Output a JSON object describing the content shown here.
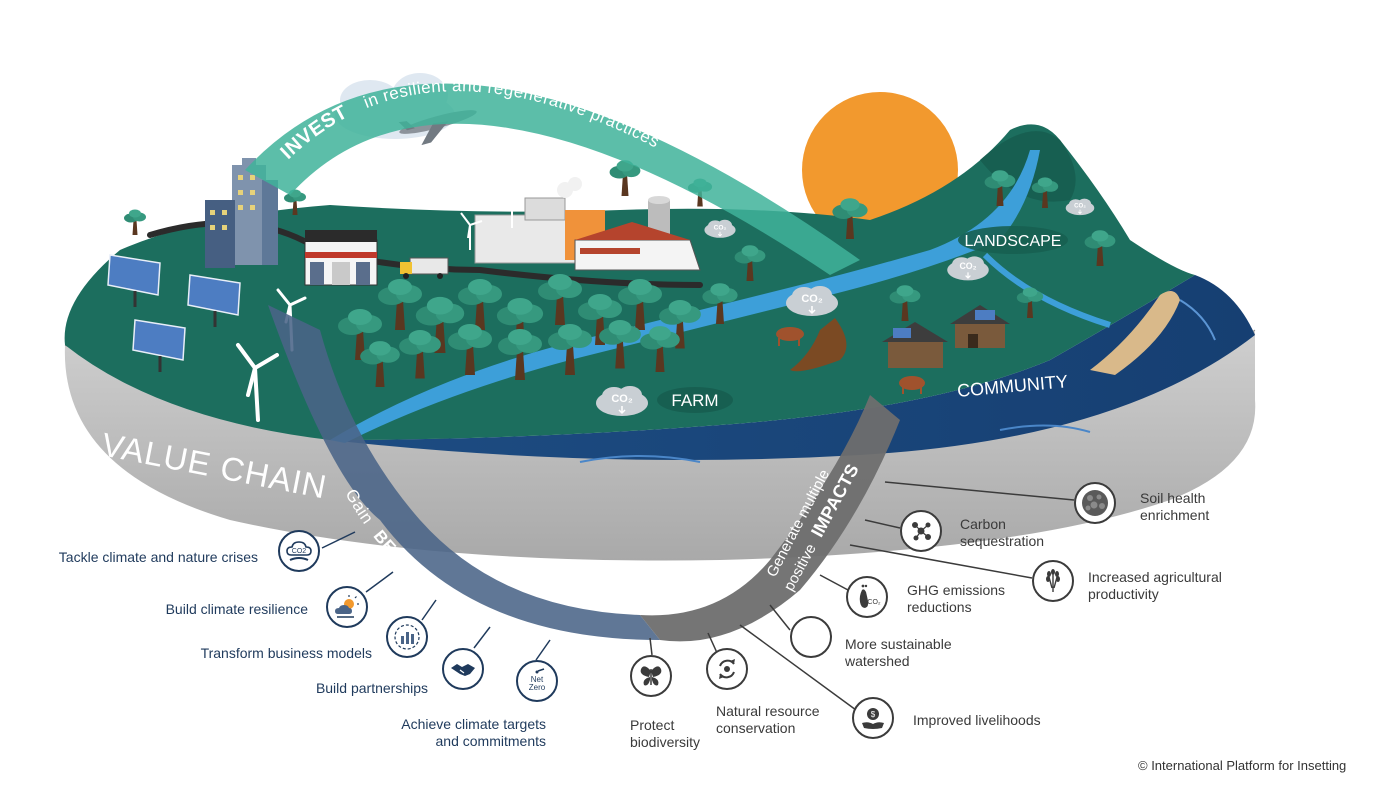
{
  "ribbons": {
    "invest_strong": "INVEST",
    "invest_rest": "in resilient and regenerative practices",
    "benefits_light": "Gain",
    "benefits_strong": "BENEFITS",
    "impacts_light_1": "Generate multiple",
    "impacts_light_2": "positive",
    "impacts_strong": "IMPACTS"
  },
  "zones": {
    "value_chain": "VALUE CHAIN",
    "farm": "FARM",
    "landscape": "LANDSCAPE",
    "community": "COMMUNITY",
    "co2": "CO₂"
  },
  "benefits": [
    {
      "line1": "Tackle climate and nature crises",
      "line2": "",
      "icon": "co2-cloud-icon"
    },
    {
      "line1": "Build climate resilience",
      "line2": "",
      "icon": "sun-cloud-icon"
    },
    {
      "line1": "Transform business models",
      "line2": "",
      "icon": "chart-cycle-icon"
    },
    {
      "line1": "Build partnerships",
      "line2": "",
      "icon": "handshake-icon"
    },
    {
      "line1": "Achieve climate targets",
      "line2": "and commitments",
      "icon": "net-zero-icon",
      "icon_text_1": "Net",
      "icon_text_2": "Zero"
    }
  ],
  "impacts": [
    {
      "line1": "Soil health",
      "line2": "enrichment",
      "icon": "soil-icon"
    },
    {
      "line1": "Carbon",
      "line2": "sequestration",
      "icon": "molecule-icon"
    },
    {
      "line1": "Increased agricultural",
      "line2": "productivity",
      "icon": "wheat-icon"
    },
    {
      "line1": "GHG emissions",
      "line2": "reductions",
      "icon": "footprint-icon",
      "icon_text": "CO₂"
    },
    {
      "line1": "More sustainable",
      "line2": "watershed",
      "icon": "water-drop-icon"
    },
    {
      "line1": "Improved livelihoods",
      "line2": "",
      "icon": "money-hand-icon"
    },
    {
      "line1": "Natural resource",
      "line2": "conservation",
      "icon": "recycle-icon"
    },
    {
      "line1": "Protect",
      "line2": "biodiversity",
      "icon": "butterfly-icon"
    }
  ],
  "copyright": "© International Platform for Insetting",
  "colors": {
    "teal_ribbon": "#3fb39a",
    "navy_ribbon": "#4a6487",
    "gray_ribbon": "#707070",
    "land": "#1c6e5e",
    "water": "#1f4f86",
    "river": "#3d9fd9",
    "sun": "#f2992e",
    "benefit_text": "#1f3a5c",
    "impact_text": "#3a3a3a"
  }
}
